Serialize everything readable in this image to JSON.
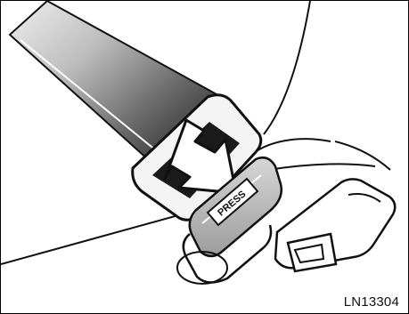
{
  "figure": {
    "code": "LN13304",
    "buckle_label": "PRESS"
  },
  "colors": {
    "outline": "#111111",
    "belt_light": "#e2e2e2",
    "belt_dark": "#2a2a2a",
    "latch_plate": "#f4f4f4",
    "buckle_body": "#d8d8d8",
    "arrow_fill": "#ffffff"
  },
  "icons": [
    "seat-belt-strap",
    "latch-plate",
    "buckle",
    "release-button",
    "insert-arrow",
    "belt-anchor"
  ]
}
